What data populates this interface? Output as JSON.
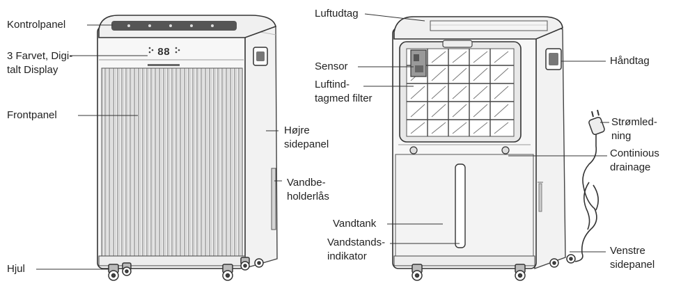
{
  "front_unit": {
    "display_digits": "88"
  },
  "labels": {
    "kontrolpanel": "Kontrolpanel",
    "display_line1": "3 Farvet, Digi-",
    "display_line2": "talt Display",
    "frontpanel": "Frontpanel",
    "hojre_line1": "Højre",
    "hojre_line2": "sidepanel",
    "vandbeholder_line1": "Vandbe-",
    "vandbeholder_line2": "holderlås",
    "hjul": "Hjul",
    "luftudtag": "Luftudtag",
    "sensor": "Sensor",
    "luftindtag_line1": "Luftind-",
    "luftindtag_line2": "tagmed filter",
    "handtag": "Håndtag",
    "stromledning_line1": "Strømled-",
    "stromledning_line2": "ning",
    "continious_line1": "Continious",
    "continious_line2": "drainage",
    "vandtank": "Vandtank",
    "vandstand_line1": "Vandstands-",
    "vandstand_line2": "indikator",
    "venstre_line1": "Venstre",
    "venstre_line2": "sidepanel"
  }
}
